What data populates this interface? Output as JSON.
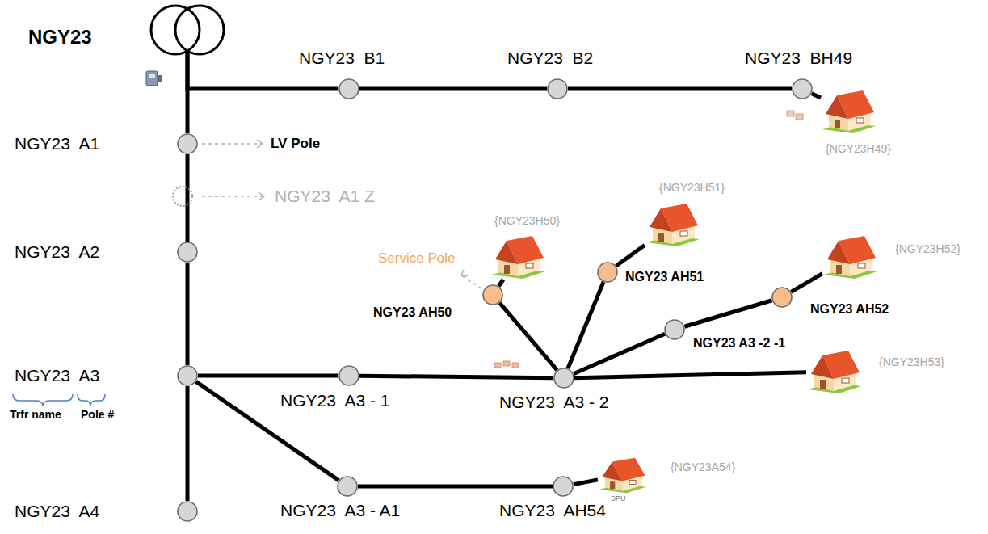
{
  "diagram": {
    "nodes": [
      {
        "text": [
          "NGY23"
        ]
      },
      {
        "text": [
          "NGY23  B1"
        ]
      },
      {
        "text": [
          "NGY23  B2"
        ]
      },
      {
        "text": [
          "NGY23  BH49"
        ]
      },
      {
        "text": [
          "{NGY23H49}"
        ]
      },
      {
        "text": [
          "NGY23  A1"
        ]
      },
      {
        "text": [
          "NGY23  A1 Z"
        ]
      },
      {
        "text": [
          "{NGY23H51}"
        ]
      },
      {
        "text": [
          "{NGY23H50}"
        ]
      },
      {
        "text": [
          "NGY23 AH51"
        ]
      },
      {
        "text": [
          "{NGY23H52}"
        ]
      },
      {
        "text": [
          "NGY23  A2"
        ]
      },
      {
        "text": [
          "NGY23 AH50"
        ]
      },
      {
        "text": [
          "NGY23 AH52"
        ]
      },
      {
        "text": [
          "NGY23 A3 -2 -1"
        ]
      },
      {
        "text": [
          "NGY23  A3"
        ]
      },
      {
        "text": [
          "NGY23  A3 - 1"
        ]
      },
      {
        "text": [
          "NGY23  A3 - 2"
        ]
      },
      {
        "text": [
          "{NGY23H53}"
        ]
      },
      {
        "text": [
          "NGY23  A3 - A1"
        ]
      },
      {
        "text": [
          "NGY23  AH54"
        ]
      },
      {
        "text": [
          "{NGY23A54}"
        ]
      },
      {
        "text": [
          "NGY23  A4"
        ]
      }
    ],
    "edges": [
      {
        "from": 0,
        "to": 1,
        "arrow": "none"
      },
      {
        "from": 1,
        "to": 2,
        "arrow": "none"
      },
      {
        "from": 2,
        "to": 3,
        "arrow": "none"
      },
      {
        "from": 3,
        "to": 4,
        "arrow": "none"
      },
      {
        "from": 0,
        "to": 5,
        "arrow": "none"
      },
      {
        "from": 5,
        "to": 11,
        "arrow": "none"
      },
      {
        "from": 11,
        "to": 15,
        "arrow": "none"
      },
      {
        "from": 15,
        "to": 22,
        "arrow": "none"
      },
      {
        "from": 15,
        "to": 16,
        "arrow": "none"
      },
      {
        "from": 16,
        "to": 17,
        "arrow": "none"
      },
      {
        "from": 17,
        "to": 18,
        "arrow": "none"
      },
      {
        "from": 17,
        "to": 12,
        "arrow": "none"
      },
      {
        "from": 12,
        "to": 8,
        "arrow": "none"
      },
      {
        "from": 17,
        "to": 9,
        "arrow": "none"
      },
      {
        "from": 9,
        "to": 7,
        "arrow": "none"
      },
      {
        "from": 17,
        "to": 14,
        "arrow": "none"
      },
      {
        "from": 14,
        "to": 13,
        "arrow": "none"
      },
      {
        "from": 13,
        "to": 10,
        "arrow": "none"
      },
      {
        "from": 15,
        "to": 19,
        "arrow": "none"
      },
      {
        "from": 19,
        "to": 20,
        "arrow": "none"
      },
      {
        "from": 20,
        "to": 21,
        "arrow": "none"
      }
    ],
    "labels": [
      "LV Pole",
      "Service Pole",
      "Trfr name",
      "Pole #",
      "SPU"
    ]
  }
}
